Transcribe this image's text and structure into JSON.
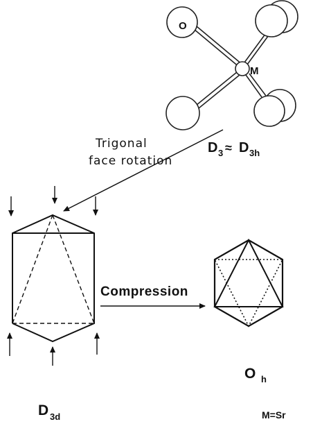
{
  "molecule": {
    "oxygen_label": "O",
    "metal_label": "M",
    "symmetry": {
      "main": "D",
      "sub1": "3",
      "approx": "≈",
      "main2": "D",
      "sub2": "3h"
    }
  },
  "rotation_label": {
    "line1": "Trigonal",
    "line2": "face rotation"
  },
  "d3d": {
    "main": "D",
    "sub": "3d"
  },
  "compression_label": "Compression",
  "oh": {
    "main": "O",
    "sub": "h"
  },
  "metal_note": "M=Sr"
}
